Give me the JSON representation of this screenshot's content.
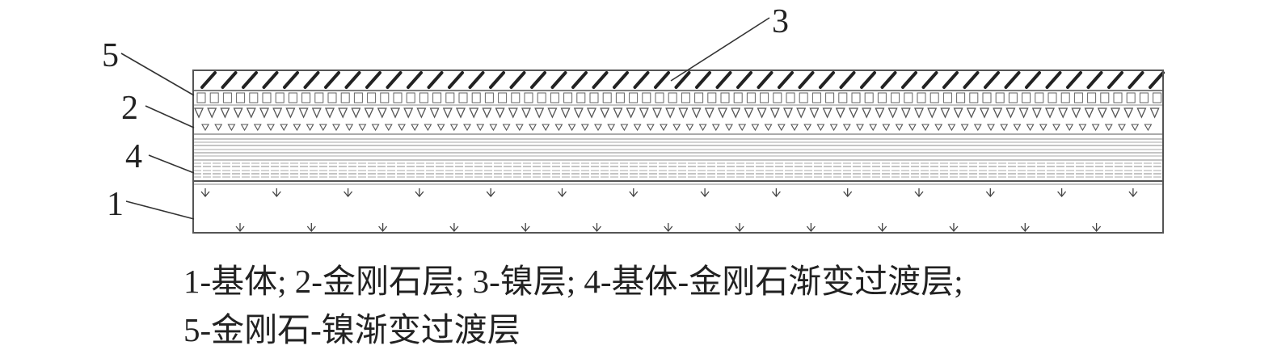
{
  "callouts": {
    "c1": "1",
    "c2": "2",
    "c3": "3",
    "c4": "4",
    "c5": "5"
  },
  "caption": {
    "line1": "1-基体; 2-金刚石层; 3-镍层; 4-基体-金刚石渐变过渡层;",
    "line2": "5-金刚石-镍渐变过渡层"
  },
  "colors": {
    "ink": "#222222",
    "line": "#555555",
    "light_line": "#999999"
  }
}
